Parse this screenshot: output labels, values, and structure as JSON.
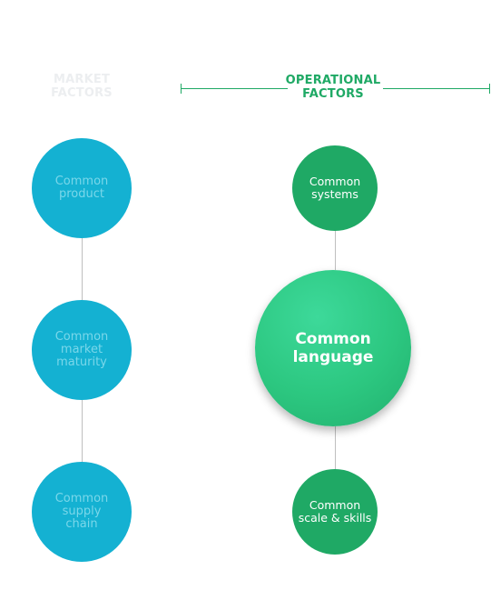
{
  "market": {
    "header": "MARKET\nFACTORS",
    "nodes": [
      {
        "label": "Common\nproduct"
      },
      {
        "label": "Common\nmarket\nmaturity"
      },
      {
        "label": "Common\nsupply\nchain"
      }
    ]
  },
  "operational": {
    "header": "OPERATIONAL\nFACTORS",
    "nodes": [
      {
        "label": "Common\nsystems"
      },
      {
        "label": "Common\nlanguage"
      },
      {
        "label": "Common\nscale & skills"
      }
    ]
  },
  "colors": {
    "market_blue": "#14b1d2",
    "operational_green": "#1fa965",
    "highlight_green": "#2cc780",
    "connector_gray": "#bfbfbf"
  }
}
